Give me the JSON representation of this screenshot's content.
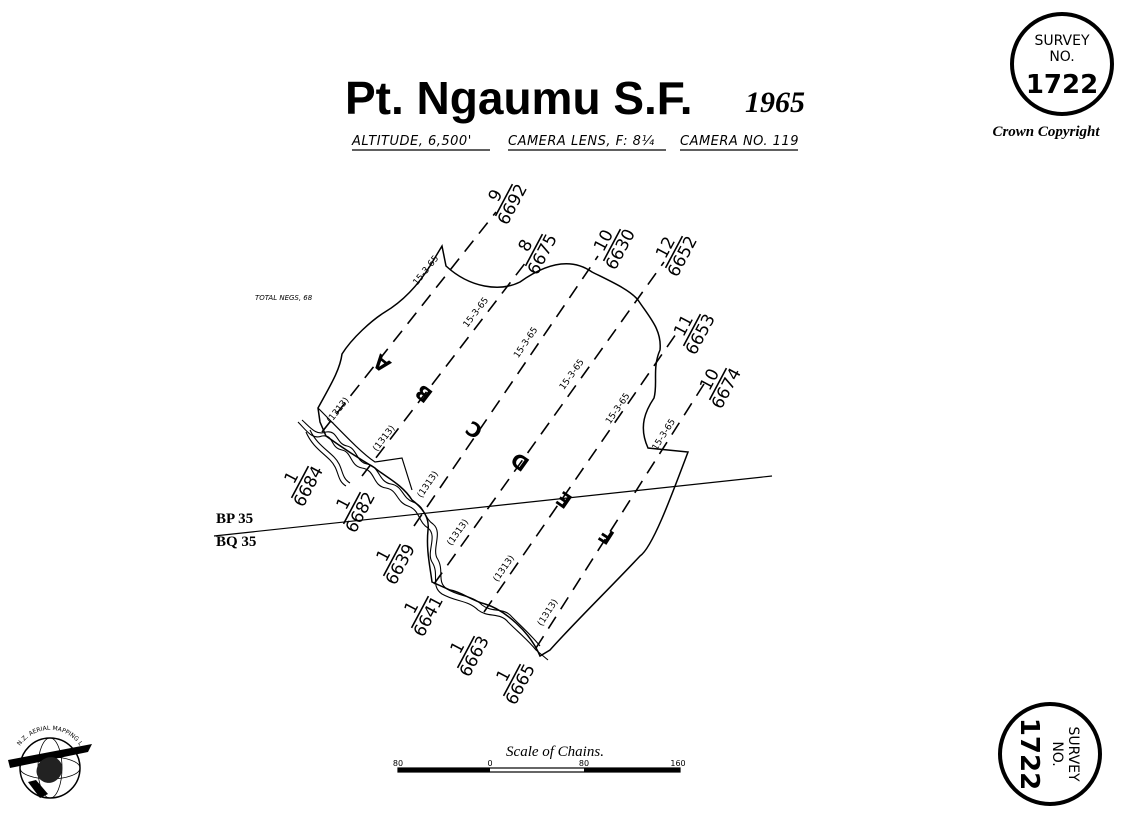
{
  "header": {
    "title": "Pt. Ngaumu S.F.",
    "year": "1965",
    "altitude": "ALTITUDE, 6,500'",
    "lens": "CAMERA LENS, F: 8¼",
    "camera": "CAMERA NO. 119"
  },
  "seal": {
    "line1": "SURVEY",
    "line2": "NO.",
    "number": "1722"
  },
  "copyright": "Crown Copyright",
  "total_negs": "TOTAL NEGS, 68",
  "sheets": {
    "upper": "BP 35",
    "lower": "BQ 35"
  },
  "runs": [
    {
      "letter": "A",
      "date": "15-3-65",
      "camera": "(1313)",
      "start": {
        "count": "1",
        "neg": "6684"
      },
      "end": {
        "count": "9",
        "neg": "6692"
      }
    },
    {
      "letter": "B",
      "date": "15-3-65",
      "camera": "(1313)",
      "start": {
        "count": "1",
        "neg": "6682"
      },
      "end": {
        "count": "8",
        "neg": "6675"
      }
    },
    {
      "letter": "C",
      "date": "15-3-65",
      "camera": "(1313)",
      "start": {
        "count": "1",
        "neg": "6639"
      },
      "end": {
        "count": "10",
        "neg": "6630"
      }
    },
    {
      "letter": "D",
      "date": "15-3-65",
      "camera": "(1313)",
      "start": {
        "count": "1",
        "neg": "6641"
      },
      "end": {
        "count": "12",
        "neg": "6652"
      }
    },
    {
      "letter": "E",
      "date": "15-3-65",
      "camera": "(1313)",
      "start": {
        "count": "1",
        "neg": "6663"
      },
      "end": {
        "count": "11",
        "neg": "6653"
      }
    },
    {
      "letter": "F",
      "date": "15-3-65",
      "camera": "(1313)",
      "start": {
        "count": "1",
        "neg": "6665"
      },
      "end": {
        "count": "10",
        "neg": "6674"
      }
    }
  ],
  "scale": {
    "title": "Scale of Chains.",
    "ticks": [
      "80",
      "0",
      "80",
      "160"
    ]
  },
  "logo": {
    "text": "N.Z. AERIAL MAPPING LTD"
  }
}
